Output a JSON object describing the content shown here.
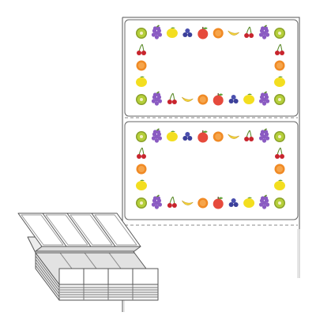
{
  "image": {
    "subject": "fanfold-labels-product-illustration",
    "visible_text": []
  },
  "labels": {
    "count_shown": 2,
    "border_motif": "fruit-border",
    "center": "blank"
  },
  "fruit_border": {
    "top_row": [
      "kiwi",
      "grapes",
      "lemon",
      "blueberries",
      "apple",
      "orange",
      "banana",
      "cherries",
      "grapes",
      "kiwi"
    ],
    "bottom_row": [
      "kiwi",
      "grapes",
      "cherries",
      "banana",
      "orange",
      "apple",
      "blueberries",
      "lemon",
      "grapes",
      "kiwi"
    ],
    "left_column": [
      "cherries",
      "orange",
      "lemon"
    ],
    "right_column": [
      "cherries",
      "orange",
      "lemon"
    ]
  },
  "fruit_colors": {
    "kiwi": "#b5cf3a",
    "grapes": "#8a5bc2",
    "lemon": "#f3de1f",
    "blueberries": "#3b3f9a",
    "apple": "#e64a3c",
    "orange": "#f08a25",
    "banana": "#f4d43c",
    "cherries": "#c8242d"
  },
  "colors": {
    "label_border": "#666666",
    "sheet_edge": "#555555",
    "perforation": "#888888",
    "stack_fill": "#ffffff",
    "stack_shadow": "#dcdcdc"
  }
}
